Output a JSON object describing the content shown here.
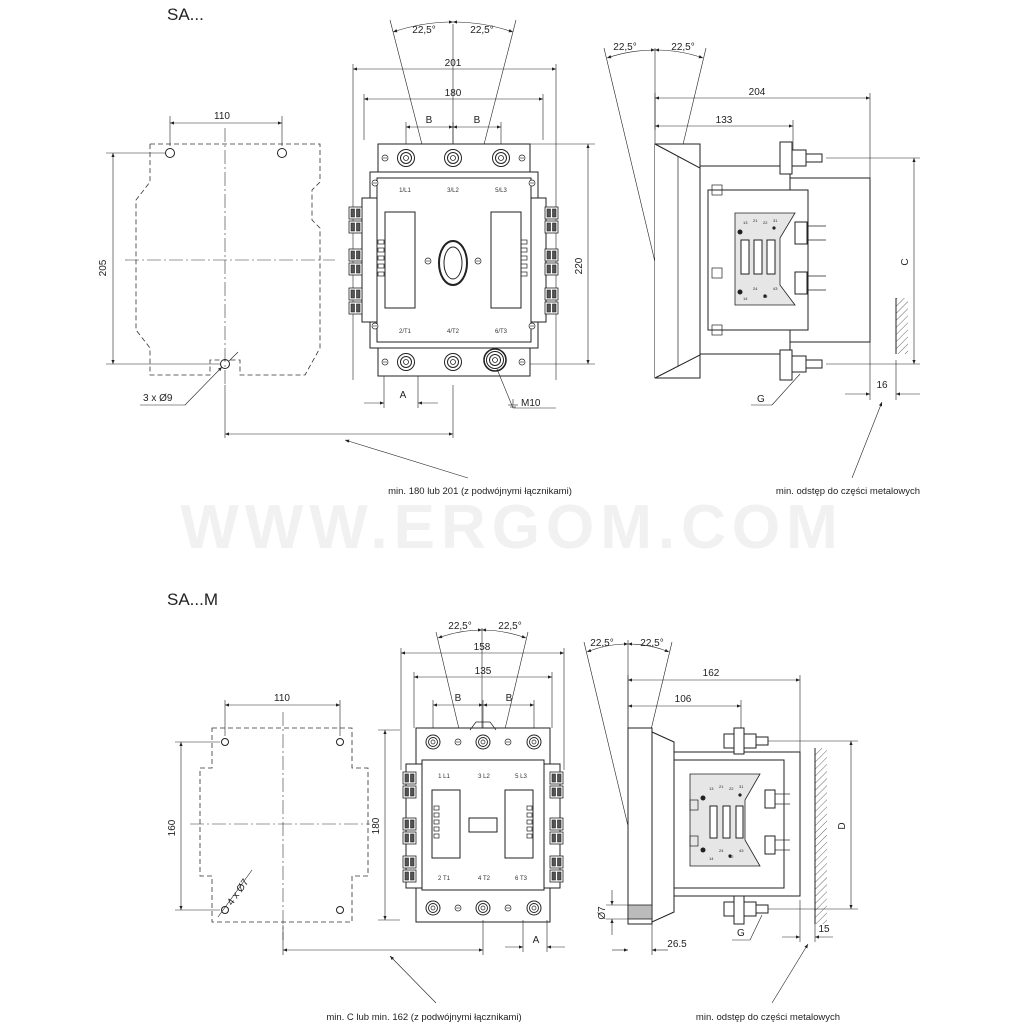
{
  "watermark": "WWW.ERGOM.COM",
  "top": {
    "title": "SA...",
    "mount": {
      "width": "110",
      "height": "205",
      "holes": "3 x Ø9"
    },
    "front": {
      "angle_left": "22,5°",
      "angle_right": "22,5°",
      "width_outer": "201",
      "width_inner": "180",
      "pitch_b1": "B",
      "pitch_b2": "B",
      "height": "220",
      "dim_a": "A",
      "ground": "M10",
      "terminals": [
        "1/L1",
        "3/L2",
        "5/L3",
        "2/T1",
        "4/T2",
        "6/T3"
      ]
    },
    "side": {
      "angle_left": "22,5°",
      "angle_right": "22,5°",
      "depth": "204",
      "depth_inner": "133",
      "dim_c": "C",
      "clearance": "16",
      "dim_g": "G",
      "aux_labels": [
        "13",
        "21",
        "22",
        "31",
        "14",
        "24",
        "32",
        "43"
      ]
    },
    "note_spacing": "min. 180 lub 201 (z podwójnymi łącznikami)",
    "note_clearance": "min. odstęp do części metalowych"
  },
  "bottom": {
    "title": "SA...M",
    "mount": {
      "width": "110",
      "height": "160",
      "holes": "4 x Ø7"
    },
    "front": {
      "angle_left": "22,5°",
      "angle_right": "22,5°",
      "width_outer": "158",
      "width_inner": "135",
      "pitch_b1": "B",
      "pitch_b2": "B",
      "height": "180",
      "dim_a": "A",
      "terminals": [
        "1 L1",
        "3 L2",
        "5 L3",
        "2 T1",
        "4 T2",
        "6 T3"
      ]
    },
    "side": {
      "angle_left": "22,5°",
      "angle_right": "22,5°",
      "depth": "162",
      "depth_inner": "106",
      "dim_d": "D",
      "clearance": "15",
      "dim_g": "G",
      "hole": "Ø7",
      "rail": "26.5",
      "aux_labels": [
        "13",
        "21",
        "22",
        "31",
        "14",
        "24",
        "32",
        "43"
      ]
    },
    "note_spacing": "min. C lub min. 162 (z podwójnymi łącznikami)",
    "note_clearance": "min. odstęp do części metalowych"
  }
}
